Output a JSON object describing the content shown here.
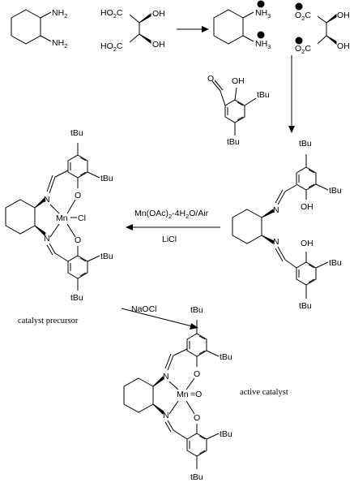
{
  "labels": {
    "nh2": "NH",
    "two": "2",
    "nh3": "NH",
    "three": "3",
    "ho2c": "HO",
    "o2c_minus": "O",
    "c": "C",
    "oh": "OH",
    "o": "O",
    "n": "N",
    "tbu": "tBu",
    "mn": "Mn",
    "cl": "Cl",
    "plus": "+",
    "minus": "−",
    "oxo": "=O"
  },
  "reagents": {
    "mn_oac_pre": "Mn(OAc)",
    "mn_oac_sub1": "2",
    "mn_oac_mid": "-4H",
    "mn_oac_sub2": "2",
    "mn_oac_post": "O/Air",
    "licl": "LiCl",
    "naocl": "NaOCl"
  },
  "captions": {
    "catalyst_precursor": "catalyst precursor",
    "active_catalyst": "active catalyst"
  }
}
